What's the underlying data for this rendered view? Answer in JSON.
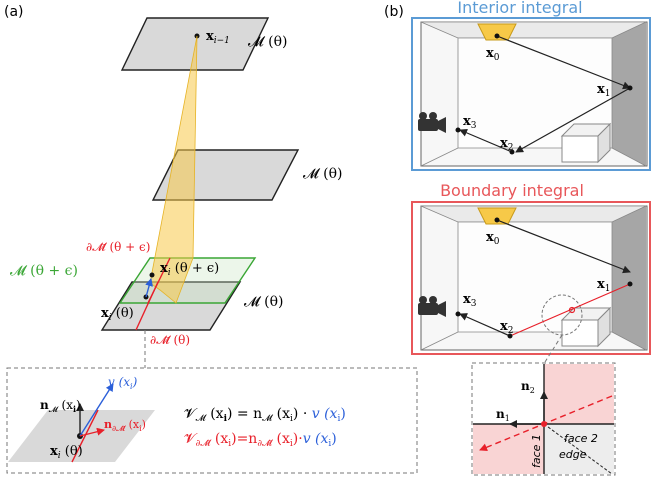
{
  "panel_a": {
    "tag": "(a)",
    "plane_top": {
      "point": "x",
      "point_sub": "i−1",
      "manifold": "𝓜 (θ)"
    },
    "plane_mid": {
      "manifold": "𝓜 (θ)"
    },
    "plane_boundary_top": "∂𝓜̄ (θ + ϵ)",
    "plane_green": {
      "manifold": "𝓜 (θ + ϵ)",
      "point": "x",
      "point_sub": "i",
      "point_arg": " (θ + ϵ)"
    },
    "plane_bottom": {
      "point": "x",
      "point_sub": "i",
      "point_arg": " (θ)",
      "manifold": "𝓜 (θ)"
    },
    "plane_boundary_bottom": "∂𝓜̄ (θ)"
  },
  "inset": {
    "normal_label": "n",
    "normal_sub": "𝓜",
    "normal_arg": " (x",
    "normal_arg_sub": "i",
    "normal_close": ")",
    "velocity_label": "v (x",
    "velocity_sub": "i",
    "velocity_close": ")",
    "boundary_normal": "n",
    "boundary_normal_sub": "∂𝓜̄",
    "boundary_normal_arg": " (x",
    "boundary_normal_arg_sub": "i",
    "boundary_normal_close": ")",
    "point": "x",
    "point_sub": "i",
    "point_arg": " (θ)",
    "eq1_lhs": "𝓥",
    "eq1_lhs_sub": "𝓜",
    "eq1_rhs": " (x",
    "eq1_rhs_sub": "i",
    "eq1_mid": ") = n",
    "eq1_mid_sub": "𝓜",
    "eq1_mid2": " (x",
    "eq1_mid2_sub": "i",
    "eq1_dot": ") · ",
    "eq1_v": "v (x",
    "eq1_v_sub": "i",
    "eq1_v_close": ")",
    "eq2_lhs": "𝓥",
    "eq2_lhs_sub": "∂𝓜̄",
    "eq2_rhs": " (x",
    "eq2_rhs_sub": "i",
    "eq2_mid": ")=n",
    "eq2_mid_sub": "∂𝓜̄",
    "eq2_mid2": " (x",
    "eq2_mid2_sub": "i",
    "eq2_dot": ")·",
    "eq2_v": "v (x",
    "eq2_v_sub": "i",
    "eq2_v_close": ")"
  },
  "panel_b": {
    "tag": "(b)",
    "interior_title": "Interior integral",
    "boundary_title": "Boundary integral",
    "interior_points": [
      {
        "name": "x",
        "sub": "0"
      },
      {
        "name": "x",
        "sub": "1"
      },
      {
        "name": "x",
        "sub": "2"
      },
      {
        "name": "x",
        "sub": "3"
      }
    ],
    "boundary_points": [
      {
        "name": "x",
        "sub": "0"
      },
      {
        "name": "x",
        "sub": "1"
      },
      {
        "name": "x",
        "sub": "2"
      },
      {
        "name": "x",
        "sub": "3"
      }
    ],
    "zoom": {
      "n2": "n",
      "n2_sub": "2",
      "n1": "n",
      "n1_sub": "1",
      "face1": "face 1",
      "face2": "face 2",
      "edge": "edge"
    }
  },
  "colors": {
    "interior_frame": "#5b9bd5",
    "boundary_frame": "#e8575a",
    "interior_title": "#5b9bd5",
    "boundary_title": "#e8575a",
    "plane_fill": "#d9d9d9",
    "green": "#3aa635",
    "red": "#e8202a",
    "blue": "#2b5fd9",
    "beam": "#f7c948",
    "face_pink": "#f9d4d4"
  }
}
